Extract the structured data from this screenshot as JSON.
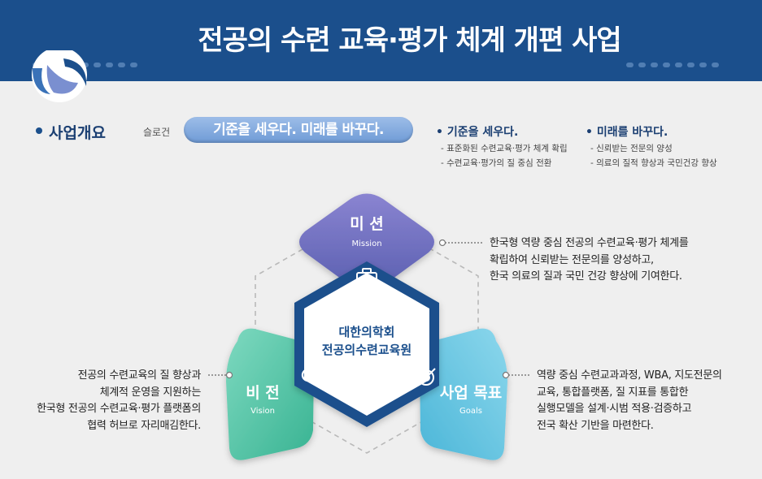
{
  "header": {
    "title": "전공의 수련 교육·평가 체계 개편 사업"
  },
  "overview": {
    "section_label": "사업개요",
    "slogan_label": "슬로건",
    "slogan_text": "기준을 세우다. 미래를 바꾸다.",
    "key_points": [
      {
        "title": "• 기준을 세우다.",
        "items": [
          "- 표준화된 수련교육·평가 체계 확립",
          "- 수련교육·평가의 질 중심 전환"
        ]
      },
      {
        "title": "• 미래를 바꾸다.",
        "items": [
          "- 신뢰받는 전문의 양성",
          "- 의료의 질적 향상과 국민건강 향상"
        ]
      }
    ]
  },
  "center": {
    "line1": "대한의학회",
    "line2": "전공의수련교육원"
  },
  "mission": {
    "title": "미 션",
    "subtitle": "Mission",
    "icon": "briefcase-icon",
    "desc": [
      "한국형 역량 중심 전공의 수련교육·평가 체계를",
      "확립하여 신뢰받는 전문의를 양성하고,",
      "한국 의료의 질과 국민 건강 향상에 기여한다."
    ]
  },
  "vision": {
    "title": "비 전",
    "subtitle": "Vision",
    "icon": "magnifier-icon",
    "desc": [
      "전공의 수련교육의 질 향상과",
      "체계적 운영을 지원하는",
      "한국형 전공의 수련교육·평가 플랫폼의",
      "협력 허브로 자리매김한다."
    ]
  },
  "goals": {
    "title": "사업 목표",
    "subtitle": "Goals",
    "icon": "target-icon",
    "desc": [
      "역량 중심 수련교과과정, WBA, 지도전문의",
      "교육, 통합플랫폼, 질 지표를 통합한",
      "실행모델을 설계·시범 적용·검증하고",
      "전국 확산 기반을 마련한다."
    ]
  },
  "colors": {
    "banner": "#1b4f8c",
    "mission": "#7b76c4",
    "vision": "#4cbfa0",
    "goals": "#5cc3e0",
    "center_border": "#1b4f8c",
    "heading": "#1b3f72"
  }
}
